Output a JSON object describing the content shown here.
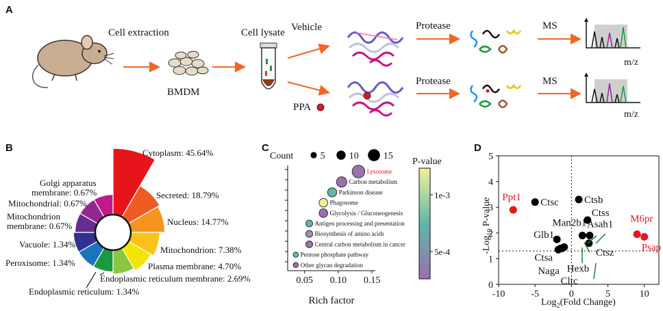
{
  "panel_a": {
    "letter": "A",
    "cell_extraction": "Cell extraction",
    "bmdm": "BMDM",
    "cell_lysate": "Cell lysate",
    "vehicle": "Vehicle",
    "ppa": "PPA",
    "protease_top": "Protease",
    "protease_bottom": "Protease",
    "ms_top": "MS",
    "ms_bottom": "MS",
    "mz_top": "m/z",
    "mz_bottom": "m/z"
  },
  "panel_b": {
    "letter": "B",
    "chart_data": {
      "type": "pie",
      "slices": [
        {
          "label": "Cytoplasm: 45.64%",
          "value": 45.64,
          "color": "#e8141c"
        },
        {
          "label": "Secreted: 18.79%",
          "value": 18.79,
          "color": "#f05a23"
        },
        {
          "label": "Nucleus: 14.77%",
          "value": 14.77,
          "color": "#f7941d"
        },
        {
          "label": "Mitochondrion: 7.38%",
          "value": 7.38,
          "color": "#fbc318"
        },
        {
          "label": "Plasma membrane: 4.70%",
          "value": 4.7,
          "color": "#f2e600"
        },
        {
          "label": "Endoplasmic reticulum membrane: 2.69%",
          "value": 2.69,
          "color": "#8cc63f"
        },
        {
          "label": "Endoplasmic reticulum: 1.34%",
          "value": 1.34,
          "color": "#1a9a3c"
        },
        {
          "label": "Peroxisome: 1.34%",
          "value": 1.34,
          "color": "#1b75bb"
        },
        {
          "label": "Vacuole: 1.34%",
          "value": 1.34,
          "color": "#2e3192"
        },
        {
          "label": "Mitochondrion membrane: 0.67%",
          "value": 0.67,
          "color": "#662d91"
        },
        {
          "label": "Mitochondrial: 0.67%",
          "value": 0.67,
          "color": "#92278f"
        },
        {
          "label": "Golgi apparatus membrane: 0.67%",
          "value": 0.67,
          "color": "#c2188b"
        }
      ]
    }
  },
  "panel_c": {
    "letter": "C",
    "chart_data": {
      "type": "scatter",
      "xlabel": "Rich factor",
      "xlim": [
        0.025,
        0.155
      ],
      "xticks": [
        "0.05",
        "0.10",
        "0.15"
      ],
      "count_legend_title": "Count",
      "count_legend": [
        "5",
        "10",
        "15"
      ],
      "colorbar_title": "P-value",
      "colorbar_ticks": [
        "1e-3",
        "5e-4"
      ],
      "colorbar_colors": [
        "#f4f19a",
        "#5fb7a7",
        "#9b6fb0"
      ],
      "terms": [
        {
          "name": "Lysosome",
          "rich_factor": 0.13,
          "count": 16,
          "color": "#9b6fb0",
          "highlight": true
        },
        {
          "name": "Carbon metabolism",
          "rich_factor": 0.105,
          "count": 12,
          "color": "#9b6fb0"
        },
        {
          "name": "Parkinson disease",
          "rich_factor": 0.091,
          "count": 10,
          "color": "#5fb7a7"
        },
        {
          "name": "Phagosome",
          "rich_factor": 0.078,
          "count": 9,
          "color": "#f4f19a"
        },
        {
          "name": "Glycolysis / Gluconeogenesis",
          "rich_factor": 0.078,
          "count": 9,
          "color": "#9b6fb0"
        },
        {
          "name": "Antigen processing and presentation",
          "rich_factor": 0.057,
          "count": 6,
          "color": "#5fb7a7"
        },
        {
          "name": "Biosynthesis of amino acids",
          "rich_factor": 0.057,
          "count": 6,
          "color": "#9b8fc0"
        },
        {
          "name": "Central carbon metabolism in cancer",
          "rich_factor": 0.057,
          "count": 6,
          "color": "#9b6fb0"
        },
        {
          "name": "Pentose phosphate pathway",
          "rich_factor": 0.037,
          "count": 3,
          "color": "#5fb7a7"
        },
        {
          "name": "Other glycan degradation",
          "rich_factor": 0.037,
          "count": 3,
          "color": "#9b6fb0"
        }
      ]
    }
  },
  "panel_d": {
    "letter": "D",
    "chart_data": {
      "type": "scatter",
      "xlabel_main": "Log",
      "xlabel_sub": "2",
      "xlabel_tail": "(Fold Change)",
      "ylabel_main": "-Log",
      "ylabel_sub": "10",
      "ylabel_tail": " P-value",
      "xlim": [
        -10,
        12
      ],
      "ylim": [
        0,
        5
      ],
      "xticks": [
        "-10",
        "-5",
        "0",
        "5",
        "10"
      ],
      "yticks": [
        "0",
        "1",
        "2",
        "3",
        "4",
        "5"
      ],
      "threshold_y": 1.3,
      "points": [
        {
          "label": "Ppt1",
          "x": -8.0,
          "y": 2.9,
          "color": "#e8141c"
        },
        {
          "label": "Ctsc",
          "x": -5.0,
          "y": 3.2,
          "color": "#000000"
        },
        {
          "label": "Ctsb",
          "x": 1.0,
          "y": 3.3,
          "color": "#000000"
        },
        {
          "label": "Ctss",
          "x": 2.2,
          "y": 2.5,
          "color": "#000000"
        },
        {
          "label": "Asah1",
          "x": 2.5,
          "y": 1.9,
          "color": "#000000"
        },
        {
          "label": "Man2b1",
          "x": 1.5,
          "y": 1.9,
          "color": "#000000"
        },
        {
          "label": "Ctsz",
          "x": 2.4,
          "y": 1.6,
          "color": "#000000"
        },
        {
          "label": "Glb1",
          "x": -2.0,
          "y": 1.75,
          "color": "#000000"
        },
        {
          "label": "Ctsa",
          "x": -1.5,
          "y": 1.4,
          "color": "#000000"
        },
        {
          "label": "Naga",
          "x": -1.8,
          "y": 1.35,
          "color": "#000000"
        },
        {
          "label": "Hexb",
          "x": -1.0,
          "y": 1.45,
          "color": "#000000"
        },
        {
          "label": "Cltc",
          "x": -1.3,
          "y": 1.4,
          "color": "#000000"
        },
        {
          "label": "M6pr",
          "x": 9.0,
          "y": 1.95,
          "color": "#e8141c"
        },
        {
          "label": "Psap",
          "x": 10.0,
          "y": 1.85,
          "color": "#e8141c"
        }
      ]
    }
  }
}
